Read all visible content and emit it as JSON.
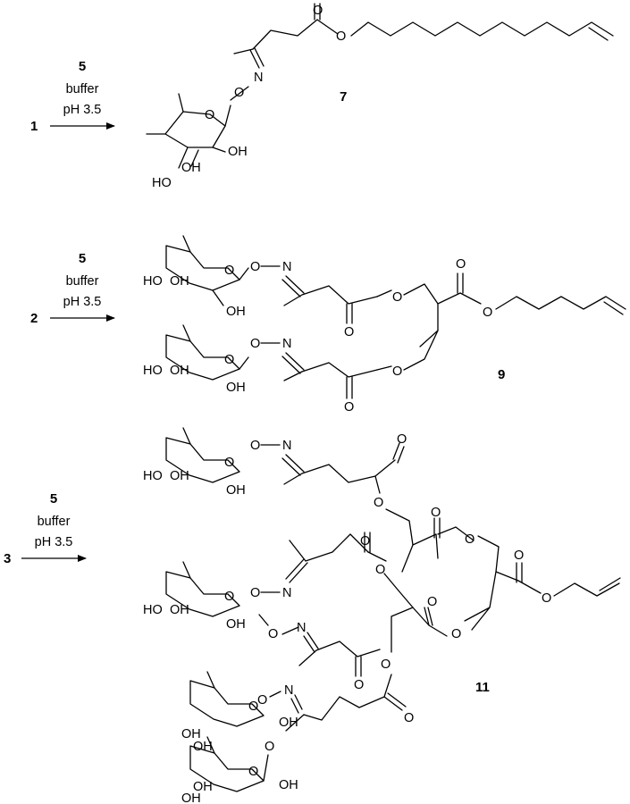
{
  "compounds": {
    "c1": "1",
    "c2": "2",
    "c3": "3",
    "c7": "7",
    "c9": "9",
    "c11": "11"
  },
  "reagents": {
    "label": "5",
    "line1": "buffer",
    "line2": "pH 3.5"
  },
  "atoms": {
    "O": "O",
    "N": "N",
    "OH": "OH",
    "HO": "HO"
  }
}
